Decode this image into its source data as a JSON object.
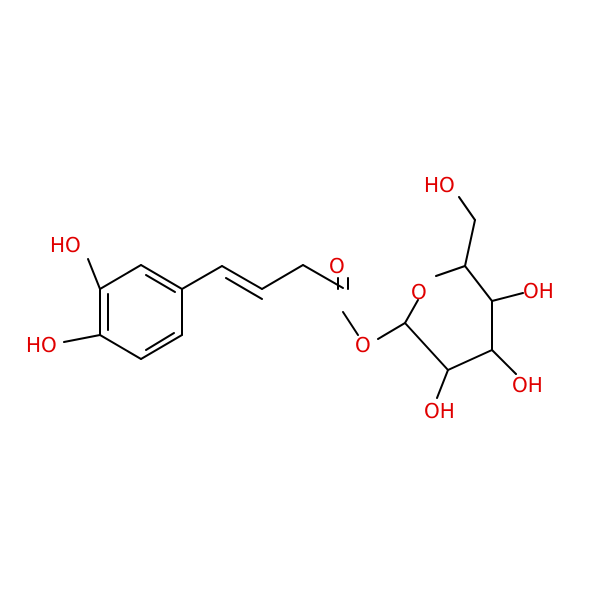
{
  "molecule": {
    "atom_labels": {
      "oh_ring_top": "HO",
      "oh_ring_bottom": "HO",
      "carbonyl_o": "O",
      "ester_o": "O",
      "ring_o": "O",
      "ch2oh": "HO",
      "oh_c4": "OH",
      "oh_c3": "OH",
      "oh_c2": "OH"
    }
  },
  "colors": {
    "bond": "#000000",
    "heteroatom": "#e00000",
    "background": "#ffffff"
  }
}
